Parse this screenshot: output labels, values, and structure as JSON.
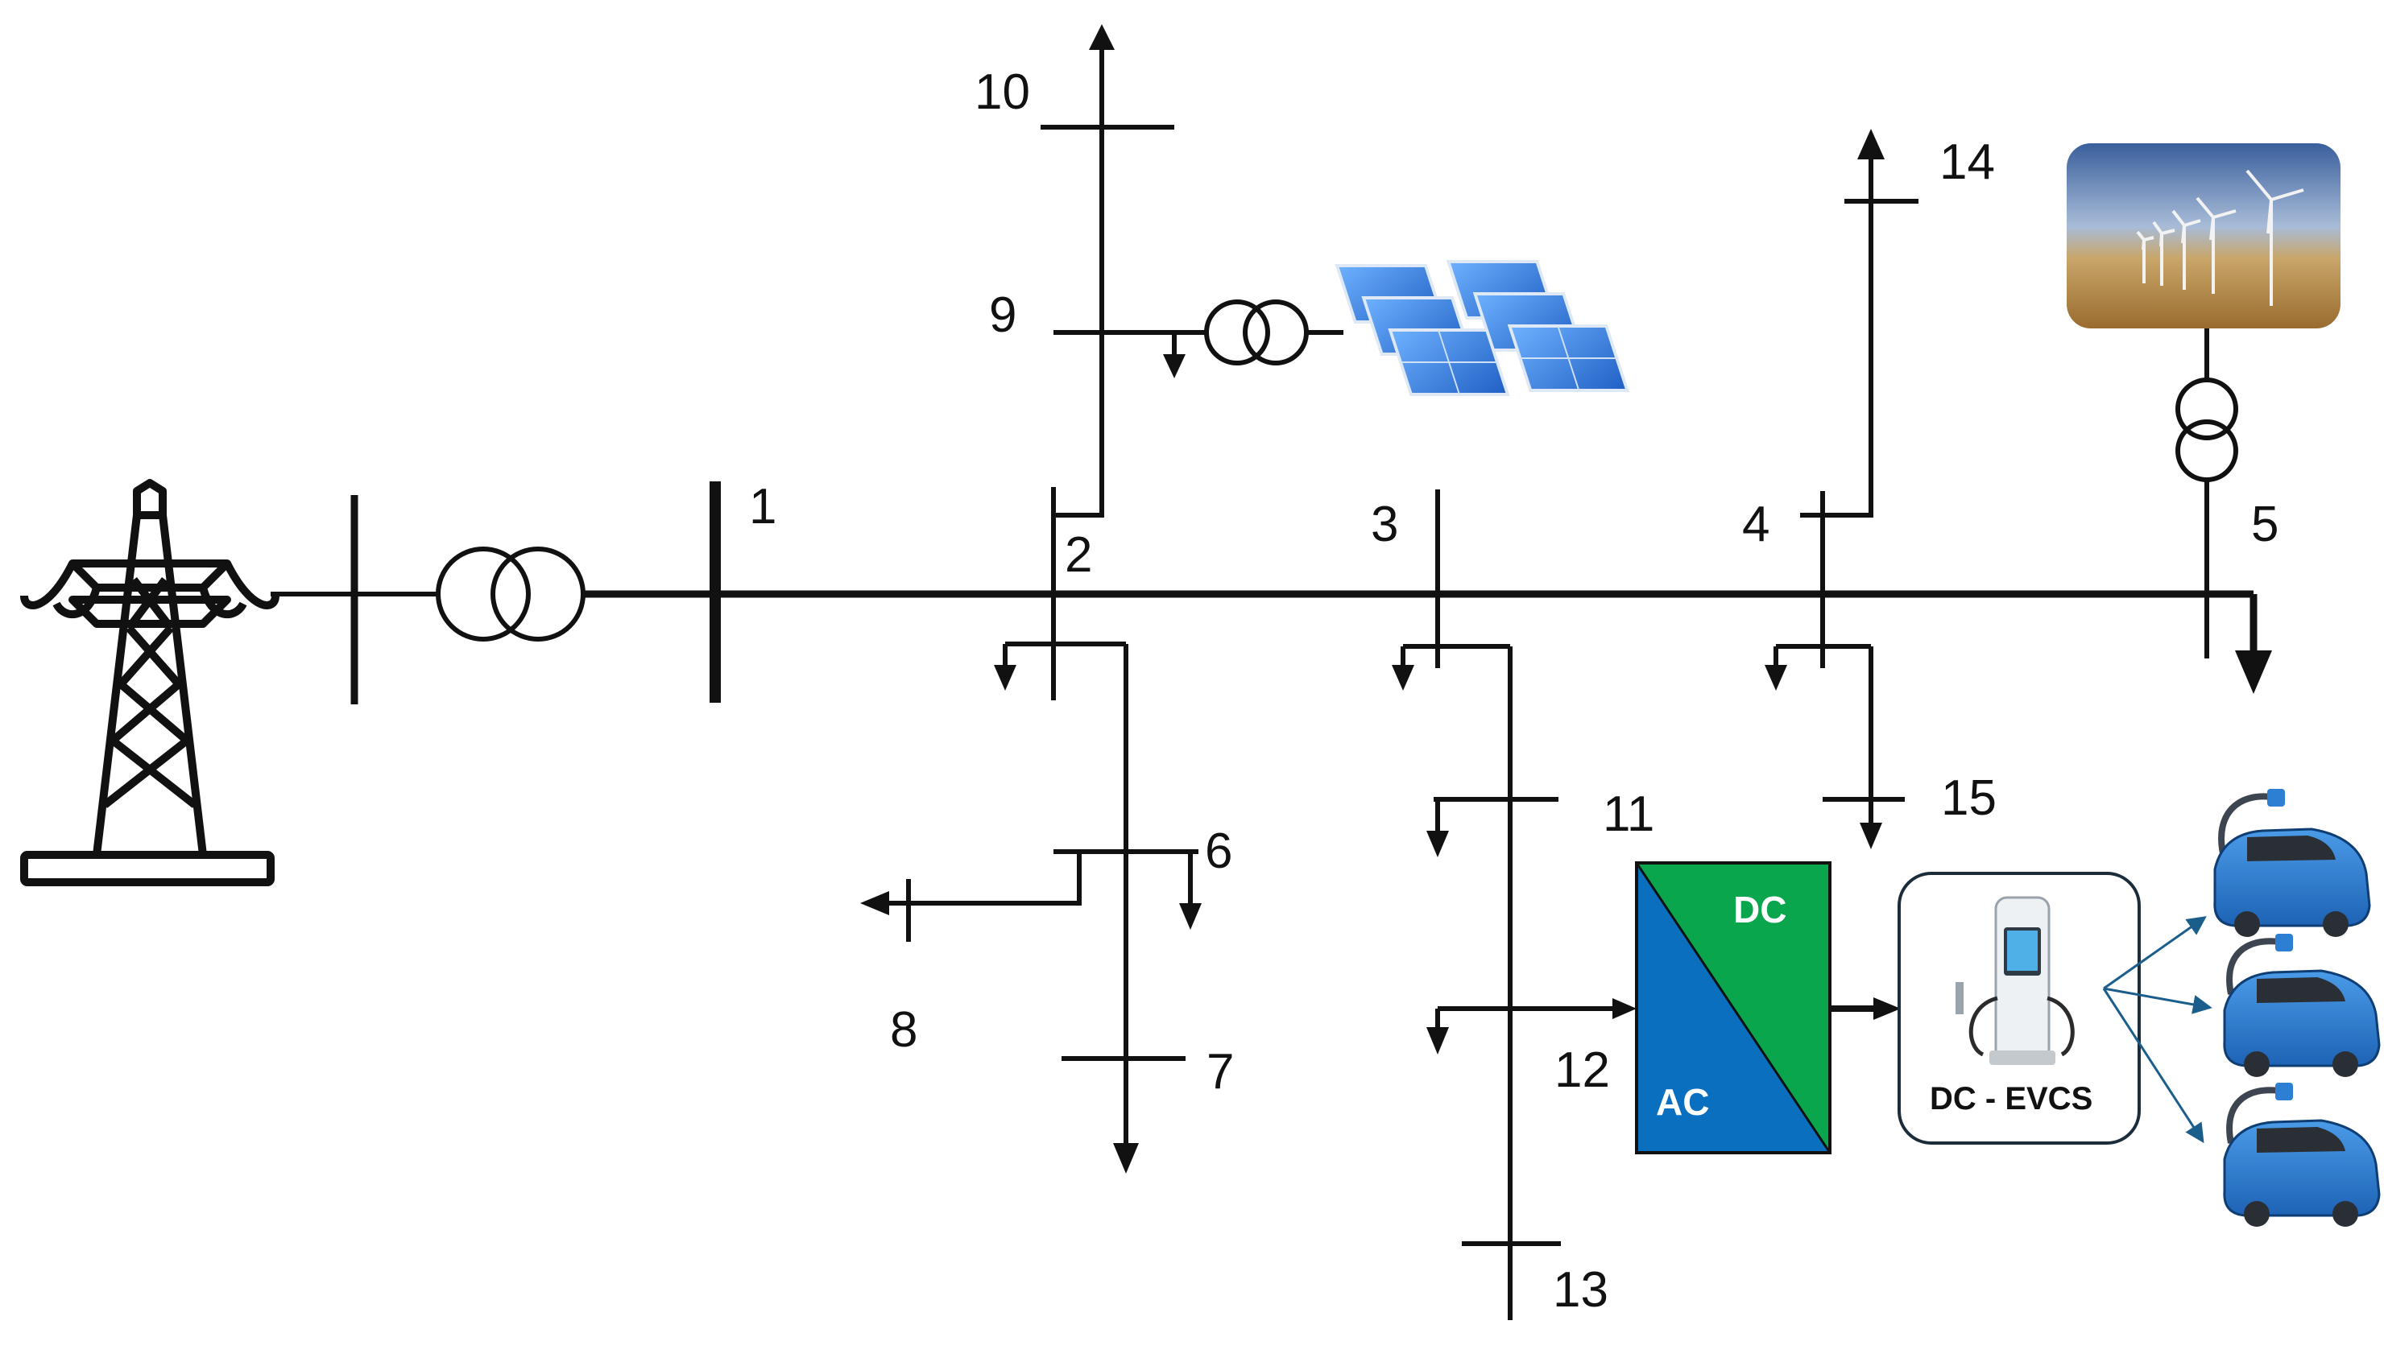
{
  "buses": {
    "b1": "1",
    "b2": "2",
    "b3": "3",
    "b4": "4",
    "b5": "5",
    "b6": "6",
    "b7": "7",
    "b8": "8",
    "b9": "9",
    "b10": "10",
    "b11": "11",
    "b12": "12",
    "b13": "13",
    "b14": "14",
    "b15": "15"
  },
  "converter": {
    "dc_label": "DC",
    "ac_label": "AC"
  },
  "charging_station": {
    "label": "DC - EVCS"
  },
  "colors": {
    "line": "#111111",
    "converter_dc": "#0aa64e",
    "converter_ac": "#0b6fc0",
    "car_body": "#2d7fd3",
    "panel": "#2f7fe0",
    "arrow_ev": "#1b5e8c"
  },
  "icons": [
    "transmission-tower-icon",
    "transformer-icon",
    "solar-panel-icon",
    "wind-farm-icon",
    "ev-charger-icon",
    "electric-car-icon"
  ]
}
